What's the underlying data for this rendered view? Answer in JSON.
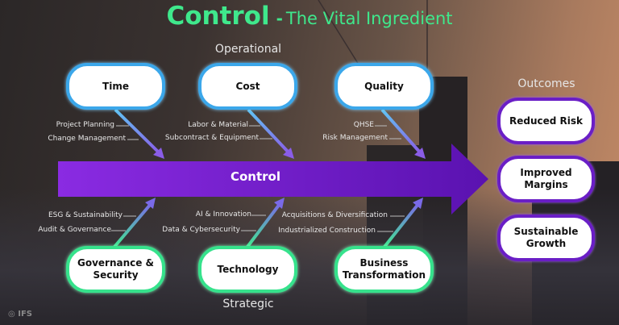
{
  "title": {
    "main": "Control",
    "dash": "-",
    "subtitle": "The Vital Ingredient"
  },
  "sections": {
    "top": "Operational",
    "bottom": "Strategic",
    "outcomes": "Outcomes"
  },
  "operational": [
    {
      "label": "Time",
      "subs": [
        "Project Planning",
        "Change Management"
      ]
    },
    {
      "label": "Cost",
      "subs": [
        "Labor & Material",
        "Subcontract & Equipment"
      ]
    },
    {
      "label": "Quality",
      "subs": [
        "QHSE",
        "Risk Management"
      ]
    }
  ],
  "strategic": [
    {
      "label": "Governance & Security",
      "subs": [
        "ESG & Sustainability",
        "Audit & Governance"
      ]
    },
    {
      "label": "Technology",
      "subs": [
        "AI & Innovation",
        "Data & Cybersecurity"
      ]
    },
    {
      "label": "Business Transformation",
      "subs": [
        "Acquisitions & Diversification",
        "Industrialized Construction"
      ]
    }
  ],
  "central_arrow": "Control",
  "outcomes": [
    "Reduced Risk",
    "Improved Margins",
    "Sustainable Growth"
  ],
  "logo": "IFS",
  "colors": {
    "title": "#3fe88c",
    "operational_border": "#3ba7ea",
    "strategic_border": "#36e28c",
    "outcome_border": "#6a1ec6",
    "arrow": "#7a1fd6"
  }
}
